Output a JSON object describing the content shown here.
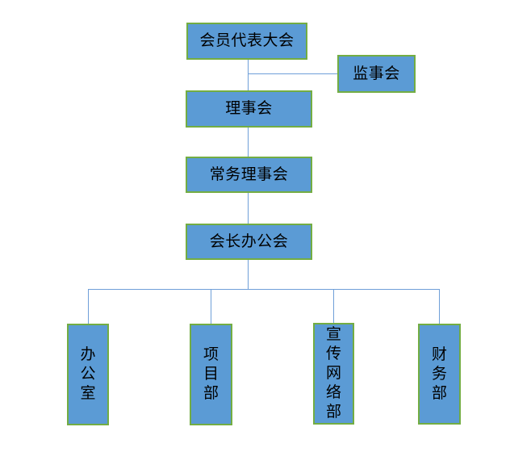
{
  "diagram": {
    "type": "org-chart",
    "nodes": {
      "assembly": "会员代表大会",
      "supervisory": "监事会",
      "council": "理事会",
      "standing_council": "常务理事会",
      "president_office": "会长办公会",
      "office": "办公室",
      "project_dept": "项目部",
      "publicity_network_dept": "宣传网络部",
      "finance_dept": "财务部"
    },
    "edges": [
      {
        "from": "assembly",
        "to": "council"
      },
      {
        "from": "assembly",
        "to": "supervisory"
      },
      {
        "from": "council",
        "to": "standing_council"
      },
      {
        "from": "standing_council",
        "to": "president_office"
      },
      {
        "from": "president_office",
        "to": "office"
      },
      {
        "from": "president_office",
        "to": "project_dept"
      },
      {
        "from": "president_office",
        "to": "publicity_network_dept"
      },
      {
        "from": "president_office",
        "to": "finance_dept"
      }
    ],
    "colors": {
      "node_fill": "#5b9bd5",
      "node_border": "#73ad43",
      "connector": "#6f9fd8",
      "text": "#000000",
      "background": "#ffffff"
    }
  }
}
